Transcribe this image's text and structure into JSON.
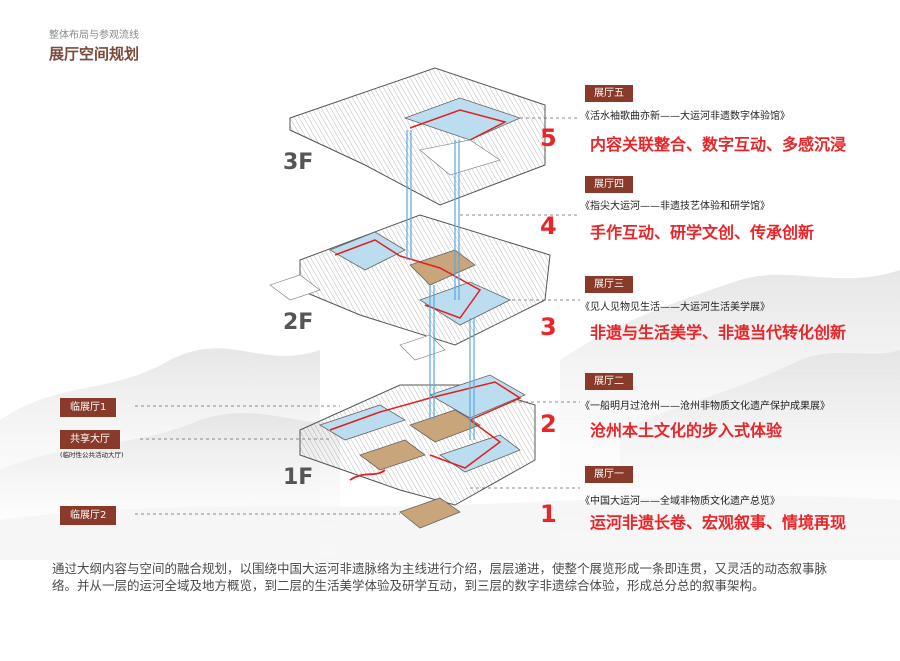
{
  "header": {
    "subtitle": "整体布局与参观流线",
    "title": "展厅空间规划"
  },
  "floors": [
    "3F",
    "2F",
    "1F"
  ],
  "halls": [
    {
      "tag": "展厅五",
      "name": "《活水袖歌曲亦新——大运河非遗数字体验馆》",
      "num": "5",
      "desc": "内容关联整合、数字互动、多感沉浸"
    },
    {
      "tag": "展厅四",
      "name": "《指尖大运河——非遗技艺体验和研学馆》",
      "num": "4",
      "desc": "手作互动、研学文创、传承创新"
    },
    {
      "tag": "展厅三",
      "name": "《见人见物见生活——大运河生活美学展》",
      "num": "3",
      "desc": "非遗与生活美学、非遗当代转化创新"
    },
    {
      "tag": "展厅二",
      "name": "《一船明月过沧州——沧州非物质文化遗产保护成果展》",
      "num": "2",
      "desc": "沧州本土文化的步入式体验"
    },
    {
      "tag": "展厅一",
      "name": "《中国大运河——全域非物质文化遗产总览》",
      "num": "1",
      "desc": "运河非遗长卷、宏观叙事、情境再现"
    }
  ],
  "left_tags": {
    "temp1": "临展厅1",
    "shared": "共享大厅",
    "shared_sub": "(临时性公共活动大厅)",
    "temp2": "临展厅2"
  },
  "summary": "通过大纲内容与空间的融合规划，以围绕中国大运河非遗脉络为主线进行介绍，层层递进，使整个展览形成一条即连贯，又灵活的动态叙事脉络。并从一层的运河全域及地方概览，到二层的生活美学体验及研学互动，到三层的数字非遗综合体验，形成总分总的叙事架构。",
  "colors": {
    "accent_red": "#e8262a",
    "tag_brown": "#8a3a2a",
    "hall_blue": "#bcdcf0",
    "route_red": "#e02020",
    "wood": "#c9a57c"
  }
}
